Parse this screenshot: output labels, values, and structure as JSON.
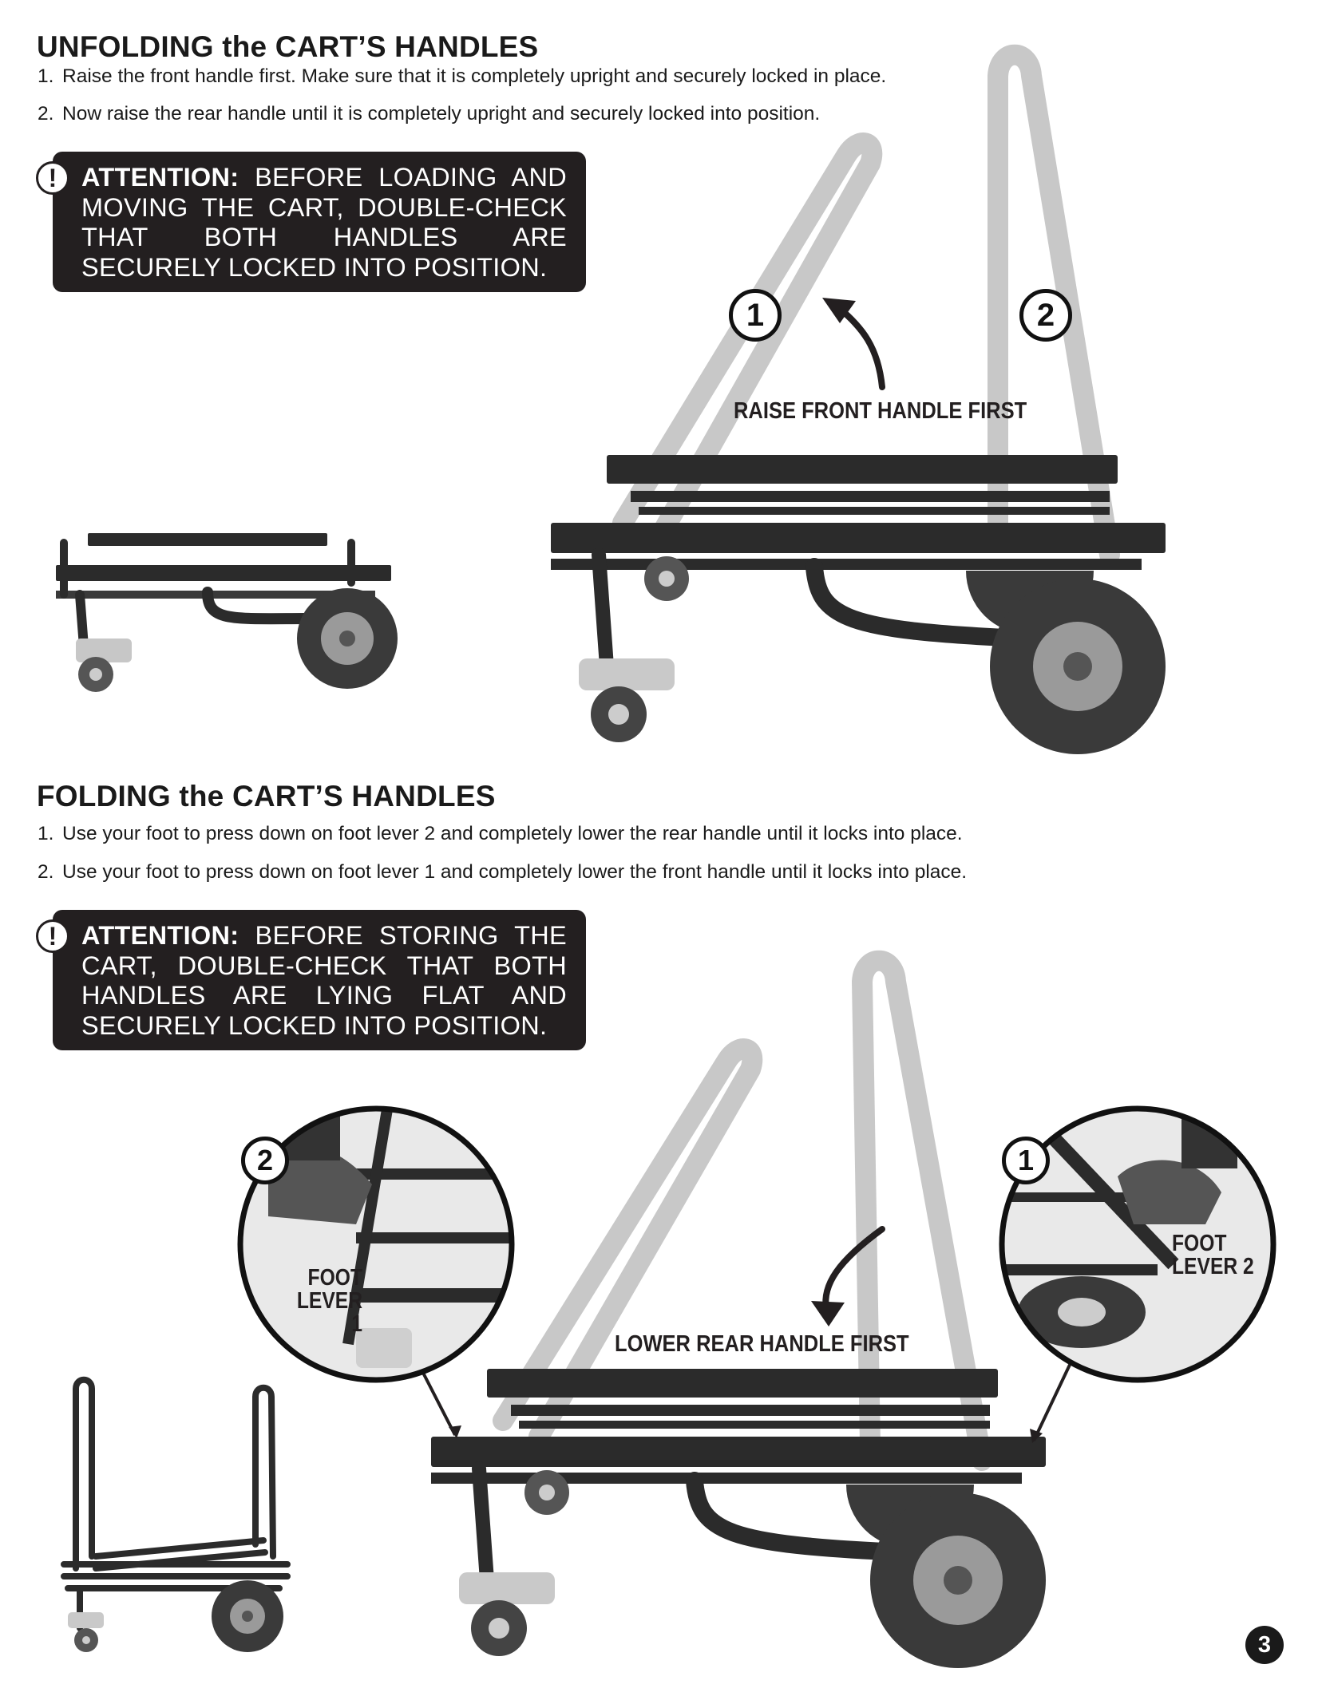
{
  "unfolding": {
    "title": "UNFOLDING the CART’S HANDLES",
    "steps": [
      {
        "num": "1.",
        "text": "Raise the front handle first. Make sure that it is completely upright and securely locked in place."
      },
      {
        "num": "2.",
        "text": "Now raise the rear handle until it is completely upright and securely locked into position."
      }
    ],
    "attention": {
      "label": "ATTENTION:",
      "text": " BEFORE LOADING AND MOVING THE CART, DOUBLE-CHECK THAT BOTH HANDLES ARE SECURELY LOCKED INTO POSITION.",
      "icon": "exclamation-icon"
    },
    "callout": "RAISE FRONT HANDLE FIRST",
    "badge_front": "1",
    "badge_rear": "2"
  },
  "folding": {
    "title": "FOLDING the CART’S HANDLES",
    "steps": [
      {
        "num": "1.",
        "text": "Use your foot to press down on foot lever 2 and completely lower the rear handle until it locks into place."
      },
      {
        "num": "2.",
        "text": "Use your foot to press down on foot lever 1 and completely lower the front handle until it locks into place."
      }
    ],
    "attention": {
      "label": "ATTENTION:",
      "text": " BEFORE STORING THE CART, DOUBLE-CHECK THAT BOTH HANDLES ARE LYING FLAT AND SECURELY LOCKED INTO POSITION.",
      "icon": "exclamation-icon"
    },
    "callout": "LOWER REAR HANDLE FIRST",
    "left_inset": {
      "badge": "2",
      "label_line1": "FOOT",
      "label_line2": "LEVER 1"
    },
    "right_inset": {
      "badge": "1",
      "label_line1": "FOOT",
      "label_line2": "LEVER 2"
    }
  },
  "page_number": "3",
  "colors": {
    "ink": "#231f20",
    "handle_ghost": "#c8c8c8",
    "frame": "#2b2b2b",
    "tire": "#3a3a3a"
  }
}
